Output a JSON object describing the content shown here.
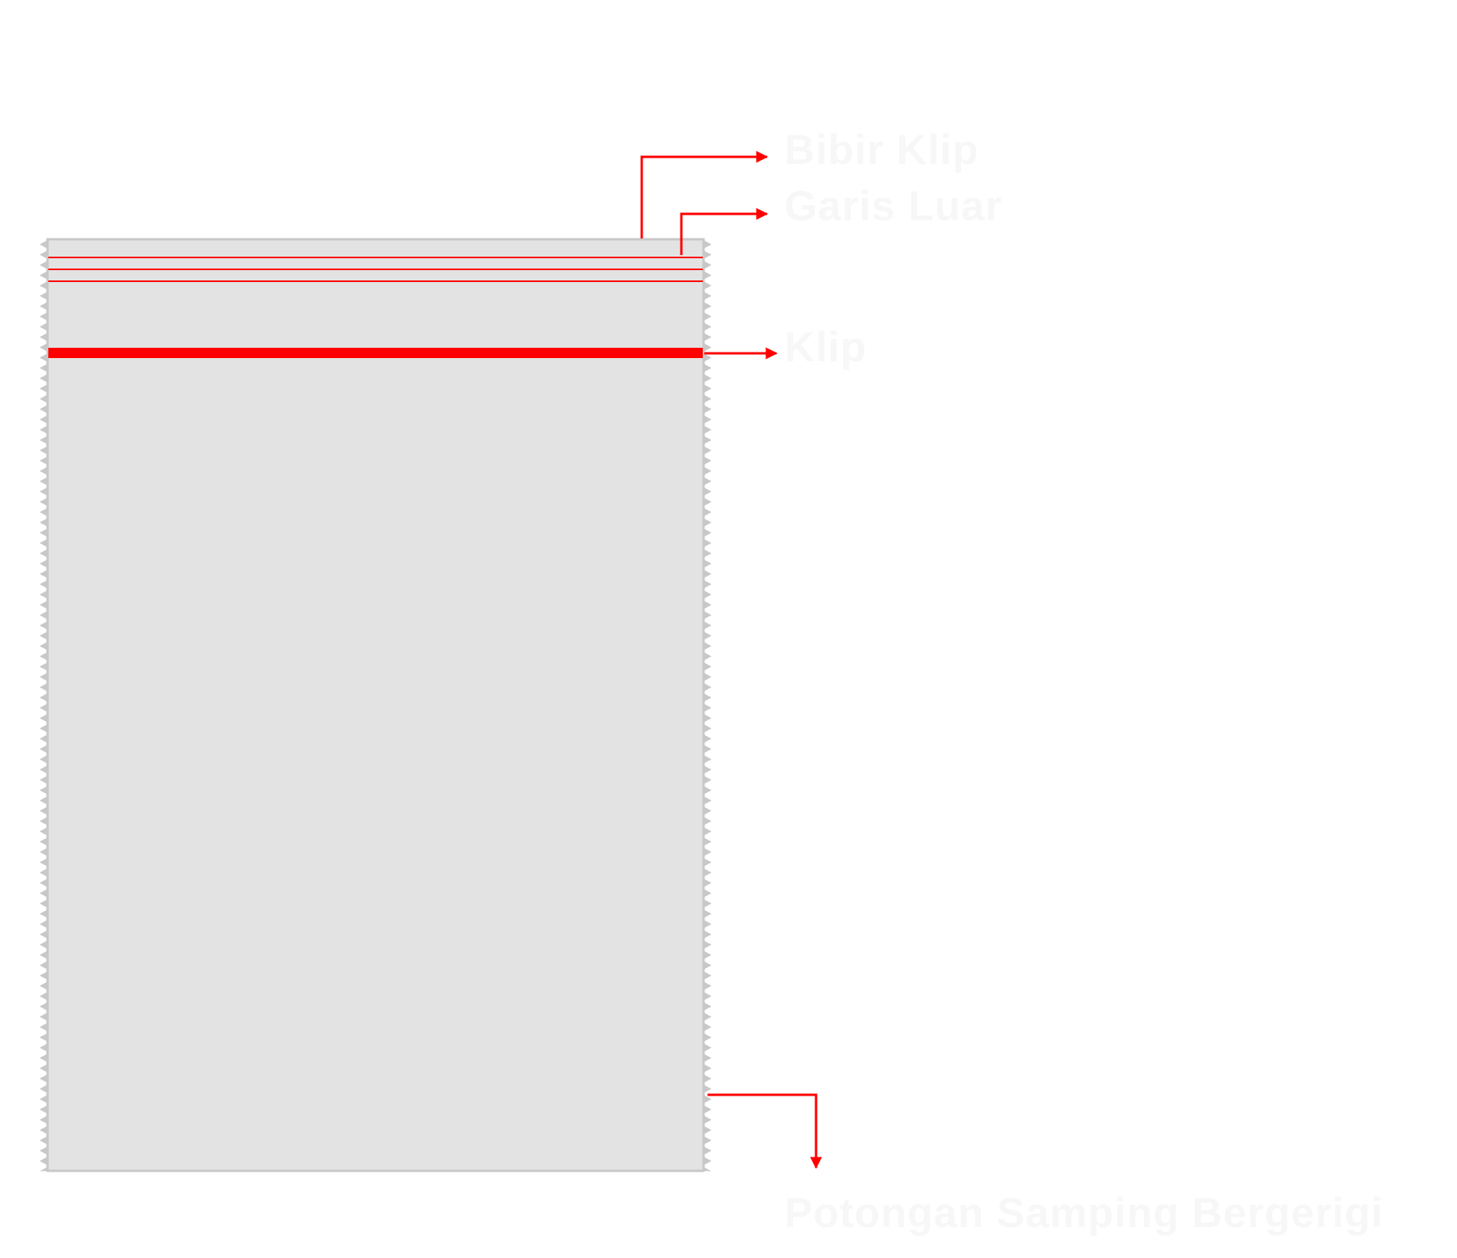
{
  "labels": {
    "bibir_klip": "Bibir Klip",
    "garis_luar": "Garis Luar",
    "klip": "Klip",
    "potongan_samping": "Potongan Samping Bergerigi"
  },
  "colors": {
    "background": "#ffffff",
    "bag_fill": "#e3e3e3",
    "bag_edge": "#c8c8c8",
    "accent": "#ff0000",
    "label_text": "#f7f7f7"
  },
  "icons": {
    "arrowhead": "arrow-head-icon"
  }
}
